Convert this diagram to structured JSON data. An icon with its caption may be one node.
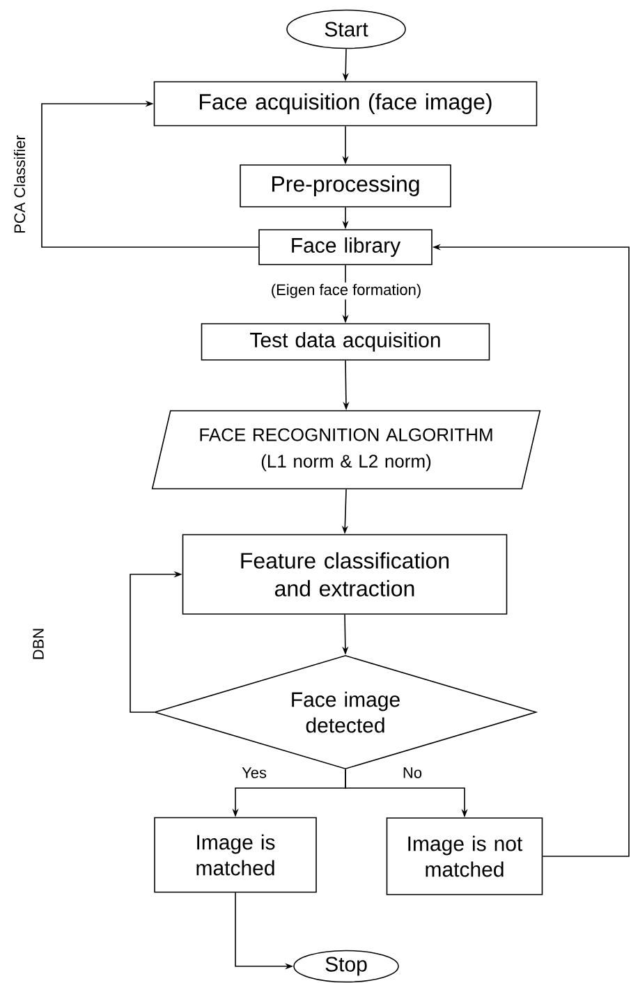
{
  "diagram": {
    "nodes": [
      {
        "text": [
          "Start"
        ]
      },
      {
        "text": [
          "Face acquisition (face image)"
        ]
      },
      {
        "text": [
          "Pre-processing"
        ]
      },
      {
        "text": [
          "Face library"
        ]
      },
      {
        "text": [
          "Test data acquisition"
        ]
      },
      {
        "text": [
          "FACE RECOGNITION ALGORITHM",
          "(L1 norm & L2 norm)"
        ]
      },
      {
        "text": [
          "Feature classification and extraction"
        ]
      },
      {
        "text": [
          "Face image detected"
        ]
      },
      {
        "text": [
          "Image is matched"
        ]
      },
      {
        "text": [
          "Image is not matched"
        ]
      },
      {
        "text": [
          "Stop"
        ]
      }
    ],
    "edges": [
      {
        "from": 0,
        "to": 1,
        "arrow": "to"
      },
      {
        "from": 1,
        "to": 2,
        "arrow": "to"
      },
      {
        "from": 2,
        "to": 3,
        "arrow": "to"
      },
      {
        "from": 3,
        "to": 1,
        "arrow": "to"
      },
      {
        "from": 3,
        "to": 4,
        "arrow": "to",
        "label": "(Eigen face formation)"
      },
      {
        "from": 4,
        "to": 5,
        "arrow": "to"
      },
      {
        "from": 5,
        "to": 6,
        "arrow": "to"
      },
      {
        "from": 6,
        "to": 7,
        "arrow": "to"
      },
      {
        "from": 7,
        "to": 6,
        "arrow": "to"
      },
      {
        "from": 7,
        "to": 8,
        "arrow": "to",
        "label": "Yes"
      },
      {
        "from": 7,
        "to": 9,
        "arrow": "to",
        "label": "No"
      },
      {
        "from": 9,
        "to": 3,
        "arrow": "to"
      },
      {
        "from": 8,
        "to": 10,
        "arrow": "to"
      }
    ],
    "labels": [
      "PCA Classifier",
      "DBN"
    ]
  }
}
